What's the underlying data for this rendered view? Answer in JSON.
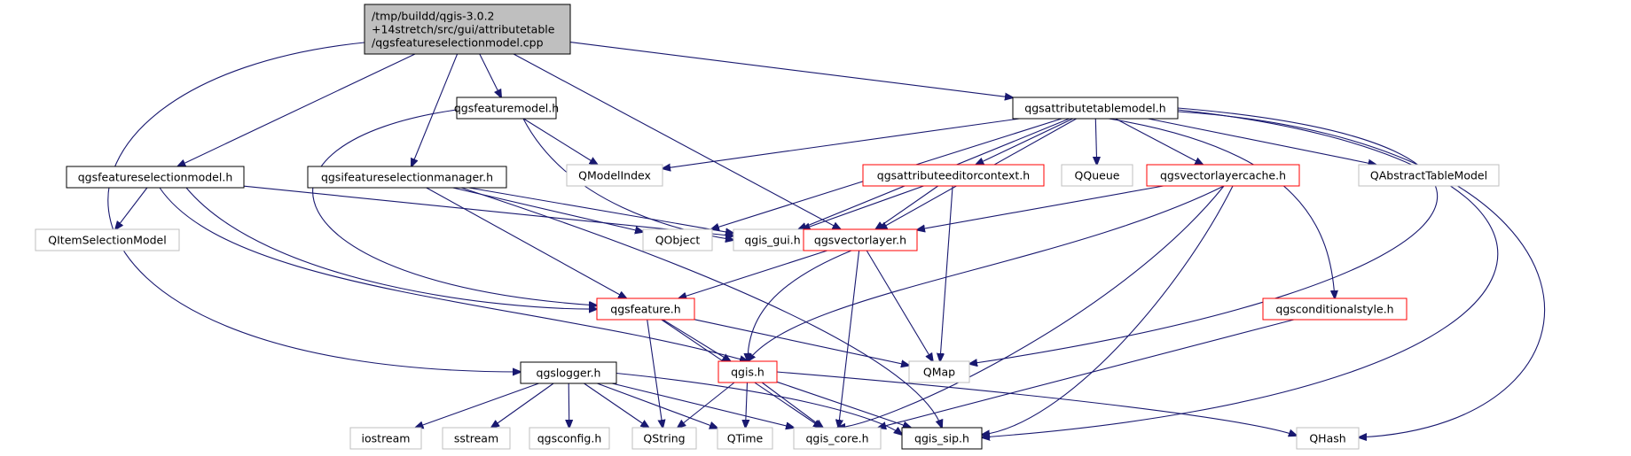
{
  "title": "",
  "colors": {
    "edge": "#191970",
    "node_black_border": "#000000",
    "node_red_border": "#ff0000",
    "node_gray_border": "#bfbfbf",
    "node_gray_text": "#404040",
    "root_fill": "#bfbfbf"
  },
  "nodes": {
    "root": {
      "lines": [
        "/tmp/buildd/qgis-3.0.2",
        "+14stretch/src/gui/attributetable",
        "/qgsfeatureselectionmodel.cpp"
      ],
      "style": "root"
    },
    "featuremodel": {
      "lines": [
        "qgsfeaturemodel.h"
      ],
      "style": "black"
    },
    "attributetablemodel": {
      "lines": [
        "qgsattributetablemodel.h"
      ],
      "style": "black"
    },
    "featureselectionmodel": {
      "lines": [
        "qgsfeatureselectionmodel.h"
      ],
      "style": "black"
    },
    "ifeatureselectionmanager": {
      "lines": [
        "qgsifeatureselectionmanager.h"
      ],
      "style": "black"
    },
    "qmodelindex": {
      "lines": [
        "QModelIndex"
      ],
      "style": "gray"
    },
    "attributeeditorcontext": {
      "lines": [
        "qgsattributeeditorcontext.h"
      ],
      "style": "red"
    },
    "qqueue": {
      "lines": [
        "QQueue"
      ],
      "style": "gray"
    },
    "vectorlayercache": {
      "lines": [
        "qgsvectorlayercache.h"
      ],
      "style": "red"
    },
    "qabstracttablemodel": {
      "lines": [
        "QAbstractTableModel"
      ],
      "style": "gray"
    },
    "qitemselectionmodel": {
      "lines": [
        "QItemSelectionModel"
      ],
      "style": "gray"
    },
    "qobject": {
      "lines": [
        "QObject"
      ],
      "style": "gray"
    },
    "qgis_gui": {
      "lines": [
        "qgis_gui.h"
      ],
      "style": "gray"
    },
    "vectorlayer": {
      "lines": [
        "qgsvectorlayer.h"
      ],
      "style": "red"
    },
    "feature": {
      "lines": [
        "qgsfeature.h"
      ],
      "style": "red"
    },
    "conditionalstyle": {
      "lines": [
        "qgsconditionalstyle.h"
      ],
      "style": "red"
    },
    "qgis": {
      "lines": [
        "qgis.h"
      ],
      "style": "red"
    },
    "qmap": {
      "lines": [
        "QMap"
      ],
      "style": "gray"
    },
    "logger": {
      "lines": [
        "qgslogger.h"
      ],
      "style": "black"
    },
    "iostream": {
      "lines": [
        "iostream"
      ],
      "style": "gray"
    },
    "sstream": {
      "lines": [
        "sstream"
      ],
      "style": "gray"
    },
    "qgsconfig": {
      "lines": [
        "qgsconfig.h"
      ],
      "style": "gray"
    },
    "qstring": {
      "lines": [
        "QString"
      ],
      "style": "gray"
    },
    "qtime": {
      "lines": [
        "QTime"
      ],
      "style": "gray"
    },
    "qgis_core": {
      "lines": [
        "qgis_core.h"
      ],
      "style": "gray"
    },
    "qgis_sip": {
      "lines": [
        "qgis_sip.h"
      ],
      "style": "black"
    },
    "qhash": {
      "lines": [
        "QHash"
      ],
      "style": "gray"
    }
  },
  "edges": [
    [
      "root",
      "featureselectionmodel"
    ],
    [
      "root",
      "ifeatureselectionmanager"
    ],
    [
      "root",
      "featuremodel"
    ],
    [
      "root",
      "vectorlayer"
    ],
    [
      "root",
      "attributetablemodel"
    ],
    [
      "root",
      "logger"
    ],
    [
      "featuremodel",
      "qmodelindex"
    ],
    [
      "featuremodel",
      "qgis_gui"
    ],
    [
      "featuremodel",
      "feature"
    ],
    [
      "attributetablemodel",
      "qmodelindex"
    ],
    [
      "attributetablemodel",
      "qobject"
    ],
    [
      "attributetablemodel",
      "qgis_gui"
    ],
    [
      "attributetablemodel",
      "vectorlayer"
    ],
    [
      "attributetablemodel",
      "attributeeditorcontext"
    ],
    [
      "attributetablemodel",
      "qqueue"
    ],
    [
      "attributetablemodel",
      "vectorlayercache"
    ],
    [
      "attributetablemodel",
      "qabstracttablemodel"
    ],
    [
      "attributetablemodel",
      "conditionalstyle"
    ],
    [
      "attributetablemodel",
      "qmap"
    ],
    [
      "attributetablemodel",
      "qgis_sip"
    ],
    [
      "attributetablemodel",
      "qhash"
    ],
    [
      "featureselectionmodel",
      "qitemselectionmodel"
    ],
    [
      "featureselectionmodel",
      "qgis_gui"
    ],
    [
      "featureselectionmodel",
      "feature"
    ],
    [
      "featureselectionmodel",
      "qgis"
    ],
    [
      "ifeatureselectionmanager",
      "qobject"
    ],
    [
      "ifeatureselectionmanager",
      "qgis_gui"
    ],
    [
      "ifeatureselectionmanager",
      "feature"
    ],
    [
      "ifeatureselectionmanager",
      "qgis_sip"
    ],
    [
      "attributeeditorcontext",
      "qgis_gui"
    ],
    [
      "attributeeditorcontext",
      "vectorlayer"
    ],
    [
      "attributeeditorcontext",
      "qmap"
    ],
    [
      "vectorlayercache",
      "vectorlayer"
    ],
    [
      "vectorlayercache",
      "qgis"
    ],
    [
      "vectorlayercache",
      "qgis_core"
    ],
    [
      "vectorlayercache",
      "qgis_sip"
    ],
    [
      "vectorlayer",
      "feature"
    ],
    [
      "vectorlayer",
      "qgis"
    ],
    [
      "vectorlayer",
      "qmap"
    ],
    [
      "vectorlayer",
      "qgis_core"
    ],
    [
      "feature",
      "qgis"
    ],
    [
      "feature",
      "qmap"
    ],
    [
      "feature",
      "qstring"
    ],
    [
      "feature",
      "qgis_core"
    ],
    [
      "conditionalstyle",
      "qgis_core"
    ],
    [
      "qgis",
      "qstring"
    ],
    [
      "qgis",
      "qtime"
    ],
    [
      "qgis",
      "qgis_core"
    ],
    [
      "qgis",
      "qgis_sip"
    ],
    [
      "qgis",
      "qhash"
    ],
    [
      "logger",
      "iostream"
    ],
    [
      "logger",
      "sstream"
    ],
    [
      "logger",
      "qgsconfig"
    ],
    [
      "logger",
      "qstring"
    ],
    [
      "logger",
      "qtime"
    ],
    [
      "logger",
      "qgis_core"
    ],
    [
      "logger",
      "qgis_sip"
    ]
  ]
}
